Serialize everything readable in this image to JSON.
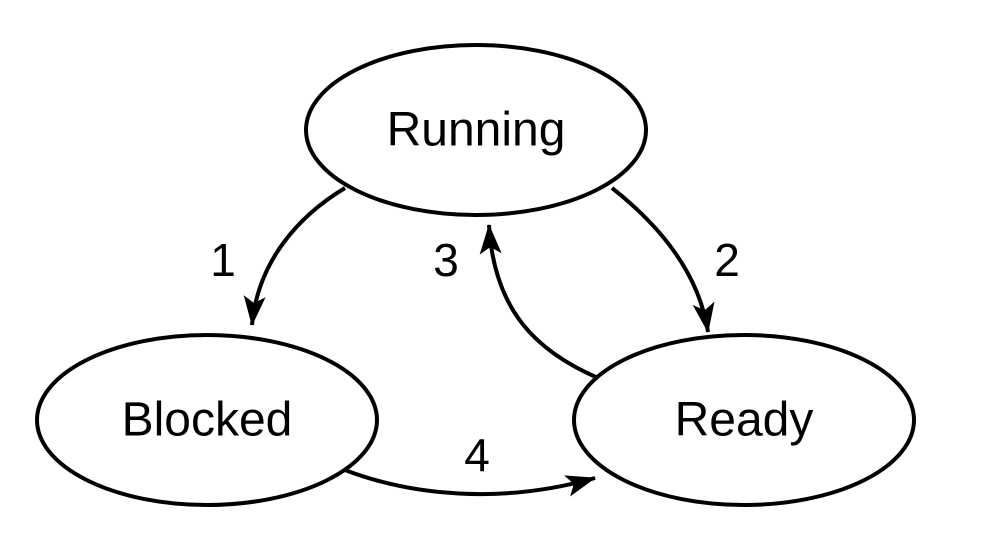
{
  "states": {
    "running": "Running",
    "blocked": "Blocked",
    "ready": "Ready"
  },
  "transitions": {
    "t1": "1",
    "t2": "2",
    "t3": "3",
    "t4": "4"
  },
  "colors": {
    "stroke": "#000000",
    "background": "#ffffff"
  }
}
